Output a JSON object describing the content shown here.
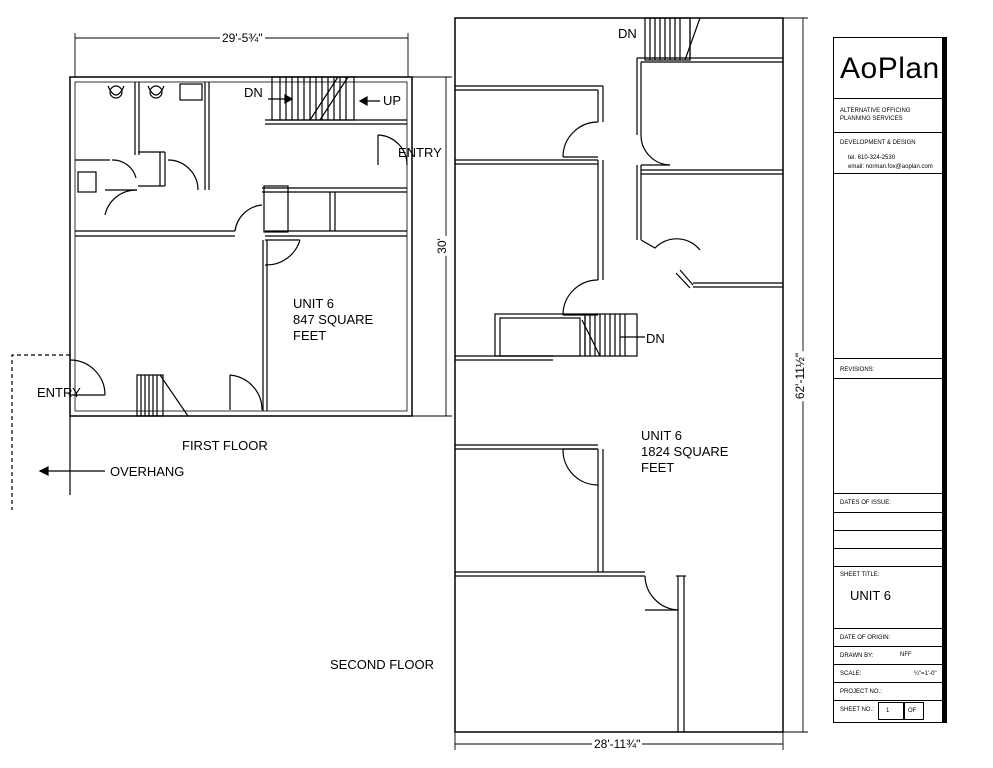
{
  "dimensions": {
    "first_floor_width": "29'-5¾\"",
    "first_floor_depth": "30'",
    "second_floor_depth": "62'-11½\"",
    "second_floor_width": "28'-11¾\""
  },
  "first_floor": {
    "title": "FIRST FLOOR",
    "unit_label": "UNIT 6",
    "area_label_1": "847 SQUARE",
    "area_label_2": "FEET",
    "entry_top": "ENTRY",
    "entry_left": "ENTRY",
    "stair_down": "DN",
    "stair_up": "UP",
    "overhang": "OVERHANG"
  },
  "second_floor": {
    "title": "SECOND FLOOR",
    "unit_label": "UNIT 6",
    "area_label_1": "1824 SQUARE",
    "area_label_2": "FEET",
    "stair_down_top": "DN",
    "stair_down_mid": "DN"
  },
  "title_block": {
    "logo": "AoPlan",
    "company_1": "ALTERNATIVE  OFFICING",
    "company_2": "PLANNING SERVICES",
    "tagline": "DEVELOPMENT & DESIGN",
    "tel": "tel. 610-324-2530",
    "email": "email: norman.fox@aoplan.com",
    "revisions": "REVISIONS:",
    "dates_of_issue": "DATES OF ISSUE:",
    "sheet_title_caption": "SHEET TITLE:",
    "sheet_title": "UNIT 6",
    "date_of_origin": "DATE OF ORIGIN:",
    "drawn_by_caption": "DRAWN BY:",
    "drawn_by": "NFF",
    "scale_caption": "SCALE:",
    "scale": "¼\"=1'-0\"",
    "project_no": "PROJECT NO.:",
    "sheet_no_caption": "SHEET NO.:",
    "sheet_no": "1",
    "of": "OF"
  }
}
